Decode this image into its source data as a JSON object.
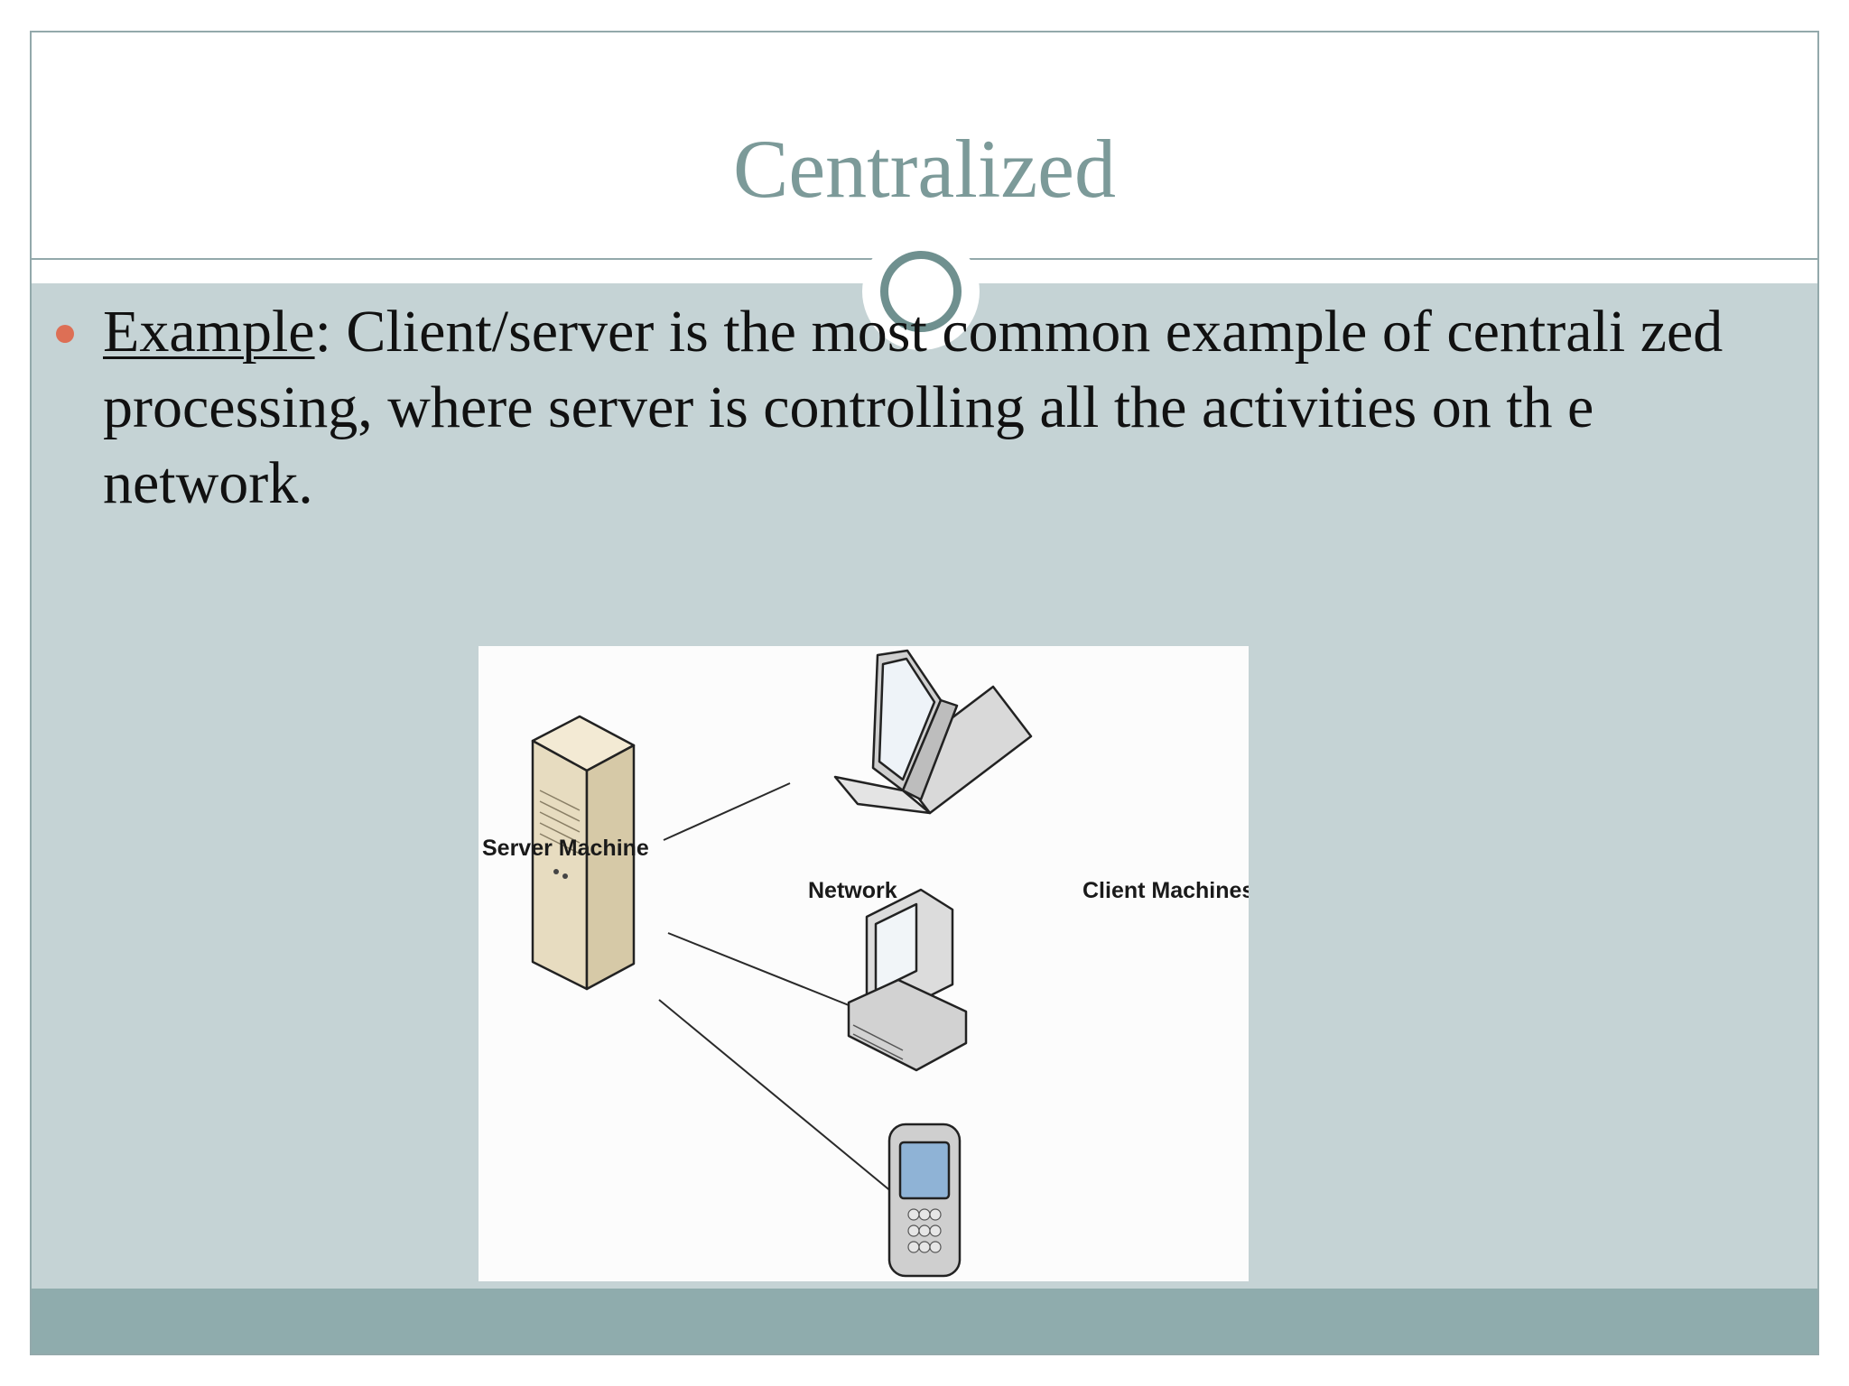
{
  "slide": {
    "title": "Centralized",
    "bullet": {
      "keyword": "Example",
      "separator": ":",
      "text": " Client/server is the most common example of centrali zed processing, where server is controlling all the activities  on th e network."
    },
    "diagram": {
      "labels": {
        "server": "Server Machine",
        "network": "Network",
        "clients": "Client Machines"
      },
      "icons": [
        "server-tower-icon",
        "laptop-icon",
        "desktop-computer-icon",
        "mobile-phone-icon"
      ]
    },
    "colors": {
      "title": "#7c9a99",
      "body_band": "#c5d3d5",
      "footer_band": "#8facad",
      "accent_circle": "#6f908f",
      "bullet": "#dd6f55"
    }
  }
}
